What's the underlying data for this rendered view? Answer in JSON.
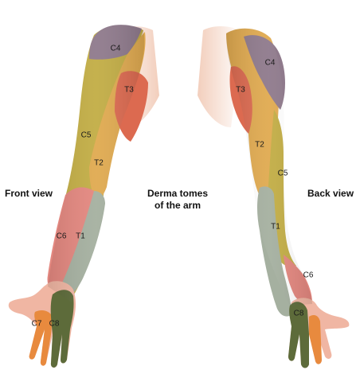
{
  "title_line1": "Derma tomes",
  "title_line2": "of the arm",
  "front_label": "Front view",
  "back_label": "Back view",
  "front_dermatomes": [
    "C4",
    "T3",
    "C5",
    "T2",
    "C6",
    "T1",
    "C7",
    "C8"
  ],
  "back_dermatomes": [
    "C4",
    "T3",
    "T2",
    "C5",
    "T1",
    "C6",
    "C8"
  ],
  "colors": {
    "C4": "#8f7a8c",
    "C5": "#c2ad45",
    "C6": "#e3877f",
    "C7": "#e88a3e",
    "C8": "#5d6b3a",
    "T1": "#a5b0a0",
    "T2": "#e0aa50",
    "T3": "#dc6a50"
  }
}
